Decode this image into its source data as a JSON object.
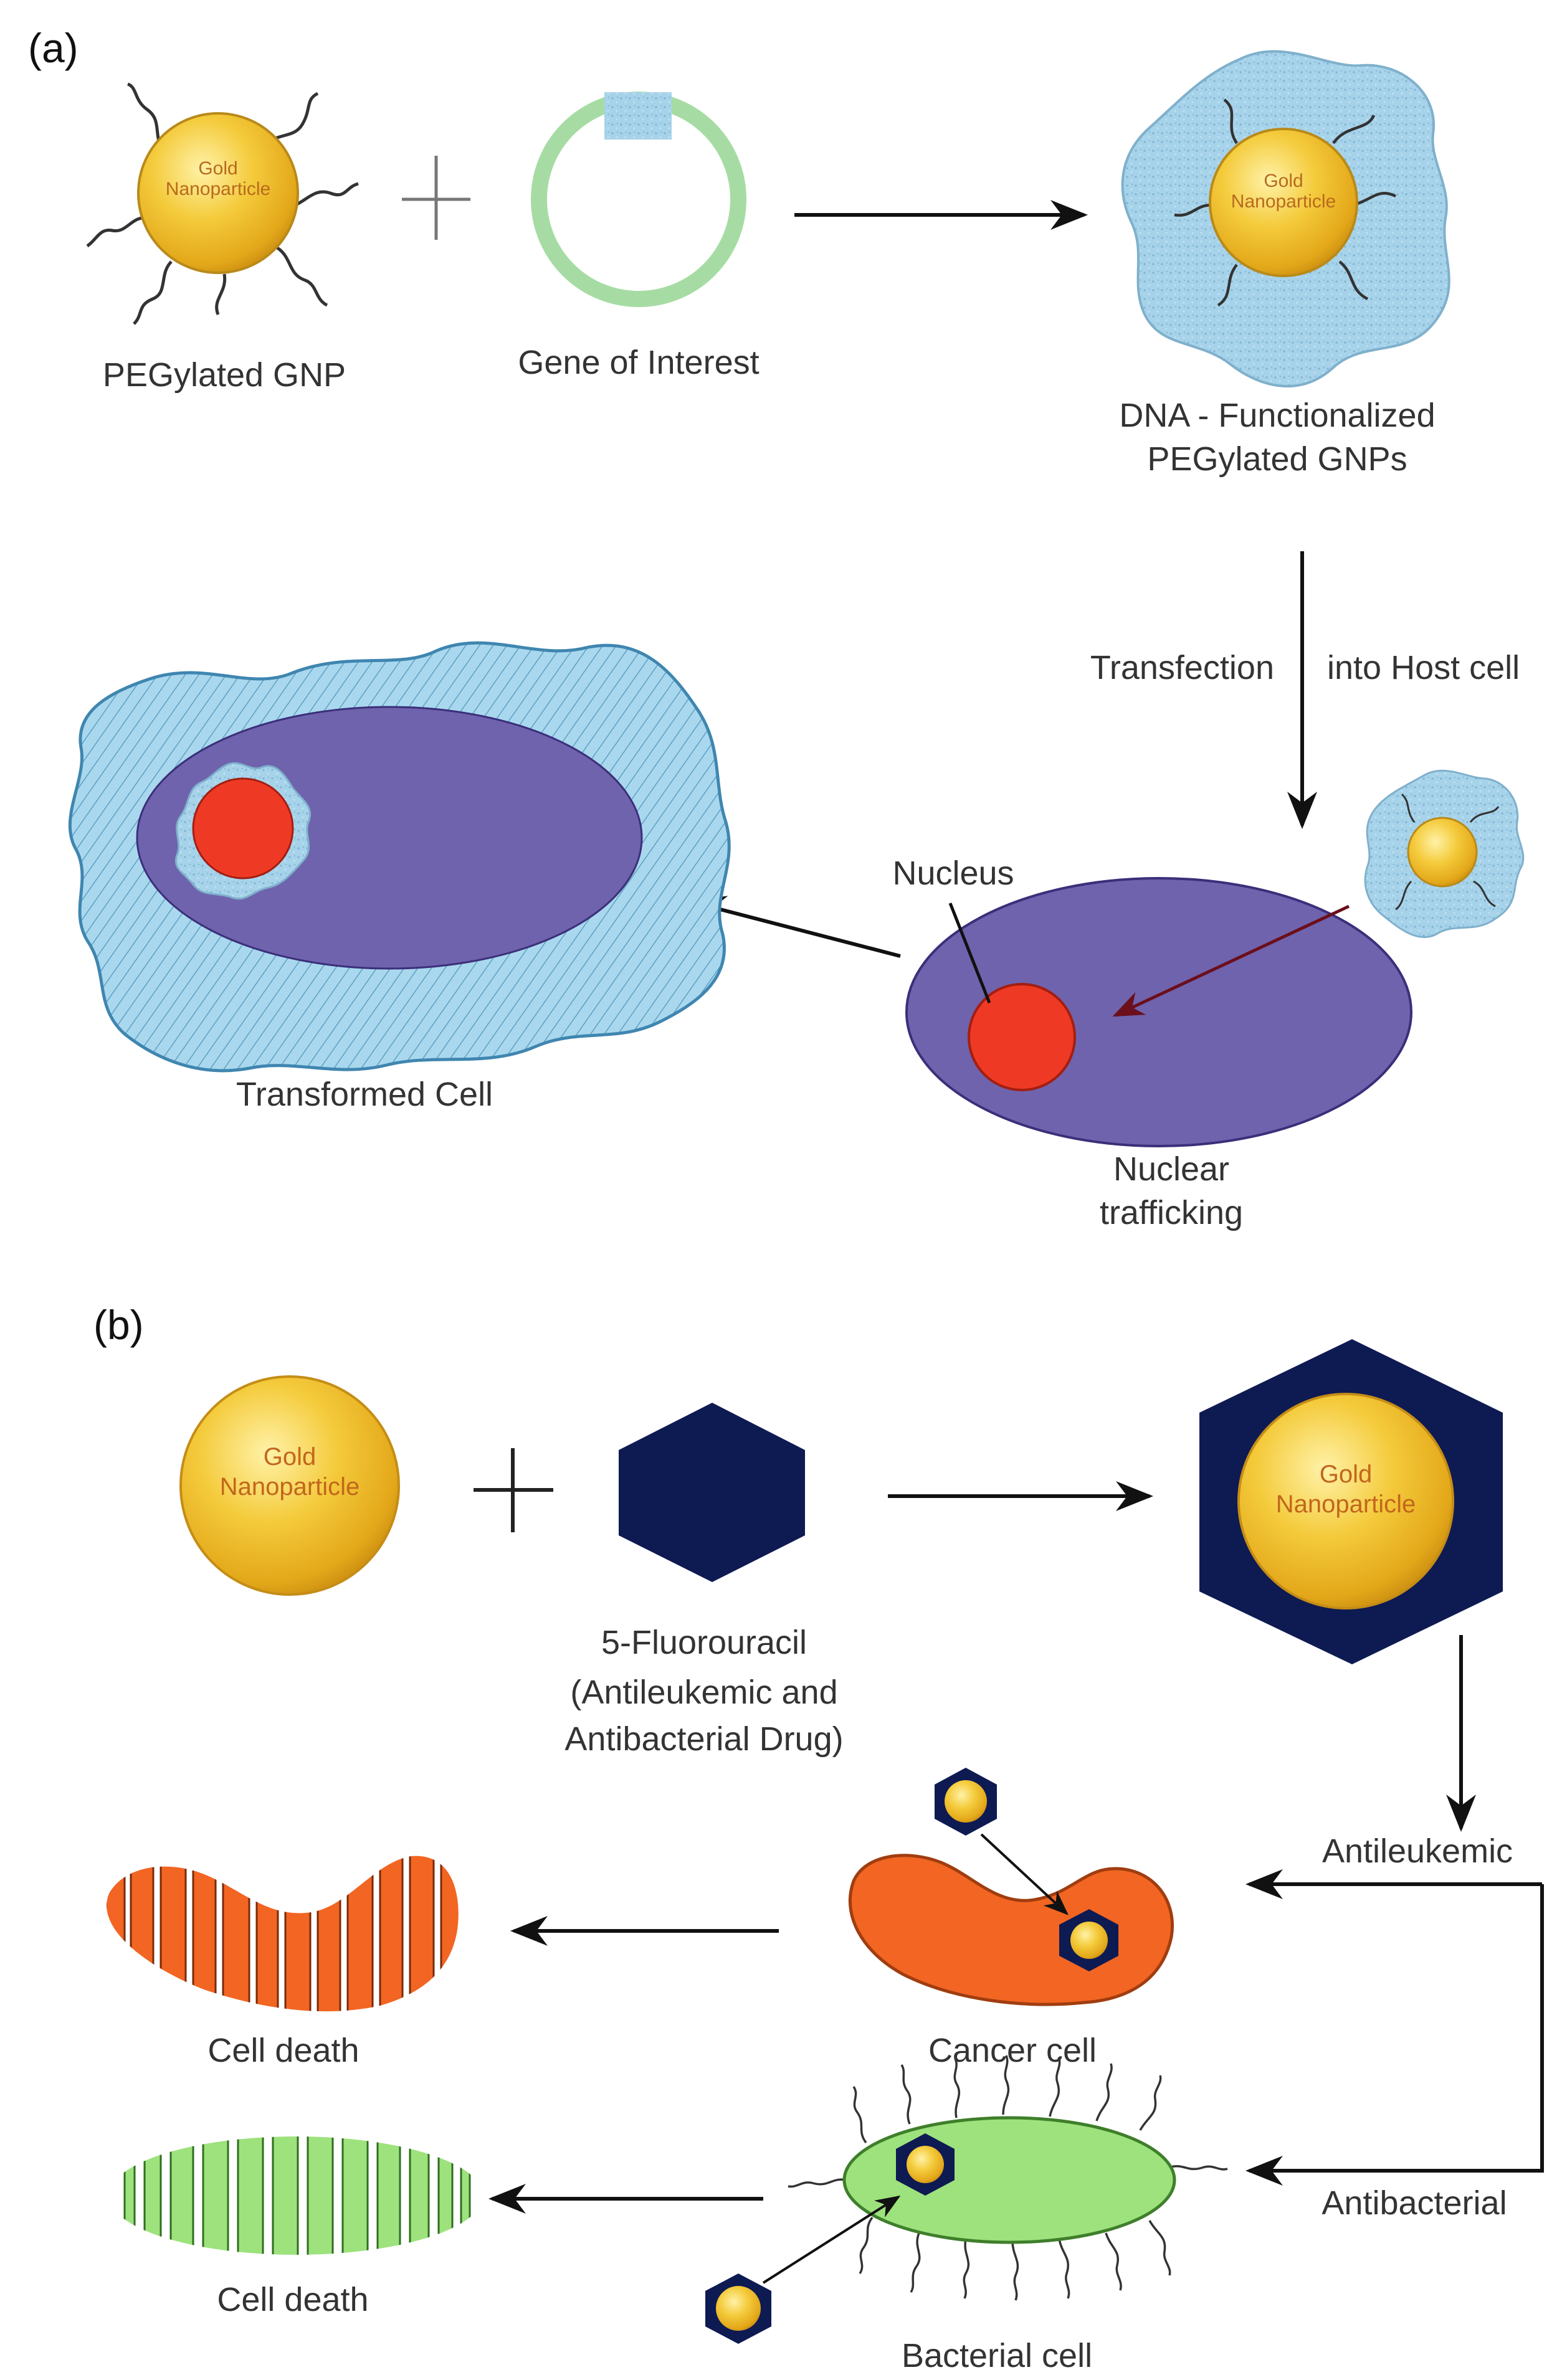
{
  "panel_a": {
    "label": "(a)",
    "pegylated_gnp": "PEGylated GNP",
    "gene_of_interest": "Gene of Interest",
    "dna_functionalized_1": "DNA - Functionalized",
    "dna_functionalized_2": "PEGylated GNPs",
    "transfection_1": "Transfection",
    "transfection_2": "into Host cell",
    "nucleus": "Nucleus",
    "nuclear_trafficking_1": "Nuclear",
    "nuclear_trafficking_2": "trafficking",
    "transformed_cell": "Transformed Cell",
    "gold_1": "Gold",
    "gold_2": "Nanoparticle"
  },
  "panel_b": {
    "label": "(b)",
    "drug_1": "5-Fluorouracil",
    "drug_2": "(Antileukemic and",
    "drug_3": "Antibacterial Drug)",
    "antileukemic": "Antileukemic",
    "antibacterial": "Antibacterial",
    "cancer_cell": "Cancer cell",
    "bacterial_cell": "Bacterial cell",
    "cell_death_cancer": "Cell death",
    "cell_death_bacteria": "Cell death",
    "gold_1": "Gold",
    "gold_2": "Nanoparticle"
  },
  "colors": {
    "gold": "#f2c230",
    "coating": "#a7d3ea",
    "cytoplasm": "#6f63ad",
    "nucleus": "#ee3a24",
    "plasmid": "#a6dca4",
    "drug": "#0e1a52",
    "cancer": "#f26522",
    "bacteria": "#9de27c"
  }
}
